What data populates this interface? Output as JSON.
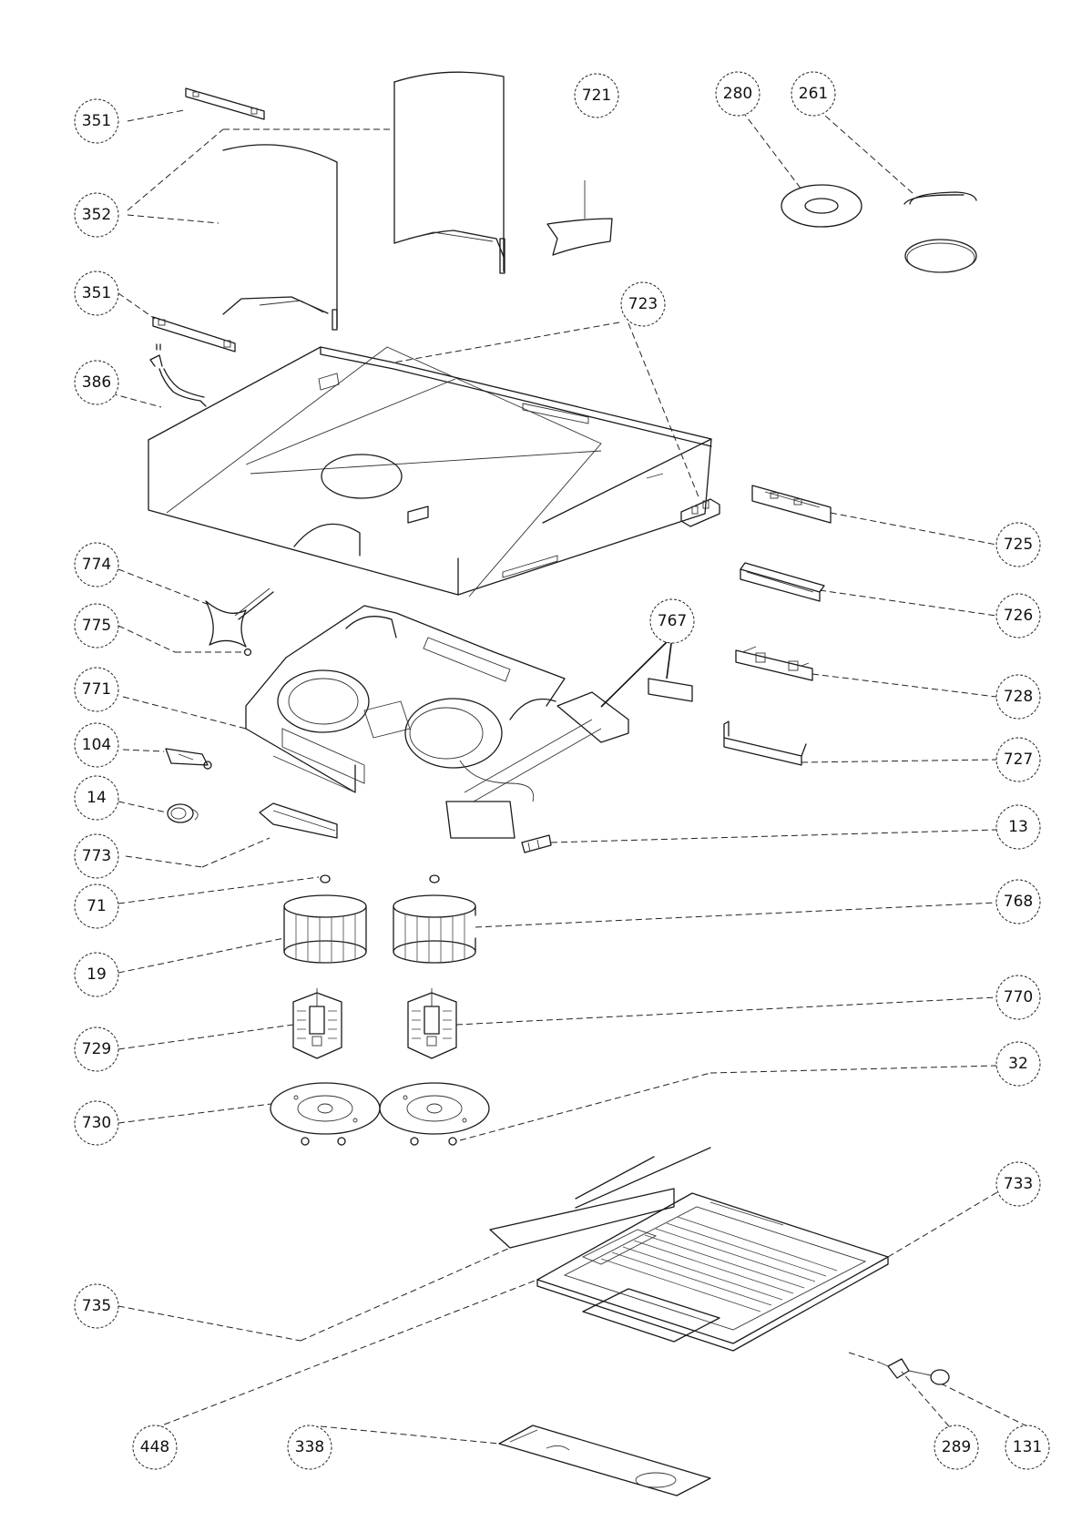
{
  "callouts": [
    {
      "id": "c351a",
      "label": "351"
    },
    {
      "id": "c352",
      "label": "352"
    },
    {
      "id": "c351b",
      "label": "351"
    },
    {
      "id": "c386",
      "label": "386"
    },
    {
      "id": "c721",
      "label": "721"
    },
    {
      "id": "c280",
      "label": "280"
    },
    {
      "id": "c261",
      "label": "261"
    },
    {
      "id": "c723",
      "label": "723"
    },
    {
      "id": "c725",
      "label": "725"
    },
    {
      "id": "c726",
      "label": "726"
    },
    {
      "id": "c774",
      "label": "774"
    },
    {
      "id": "c775",
      "label": "775"
    },
    {
      "id": "c767",
      "label": "767"
    },
    {
      "id": "c771",
      "label": "771"
    },
    {
      "id": "c728",
      "label": "728"
    },
    {
      "id": "c104",
      "label": "104"
    },
    {
      "id": "c727",
      "label": "727"
    },
    {
      "id": "c14",
      "label": "14"
    },
    {
      "id": "c13",
      "label": "13"
    },
    {
      "id": "c773",
      "label": "773"
    },
    {
      "id": "c71",
      "label": "71"
    },
    {
      "id": "c768",
      "label": "768"
    },
    {
      "id": "c19",
      "label": "19"
    },
    {
      "id": "c770",
      "label": "770"
    },
    {
      "id": "c729",
      "label": "729"
    },
    {
      "id": "c32",
      "label": "32"
    },
    {
      "id": "c730",
      "label": "730"
    },
    {
      "id": "c733",
      "label": "733"
    },
    {
      "id": "c735",
      "label": "735"
    },
    {
      "id": "c448",
      "label": "448"
    },
    {
      "id": "c338",
      "label": "338"
    },
    {
      "id": "c289",
      "label": "289"
    },
    {
      "id": "c131",
      "label": "131"
    }
  ]
}
